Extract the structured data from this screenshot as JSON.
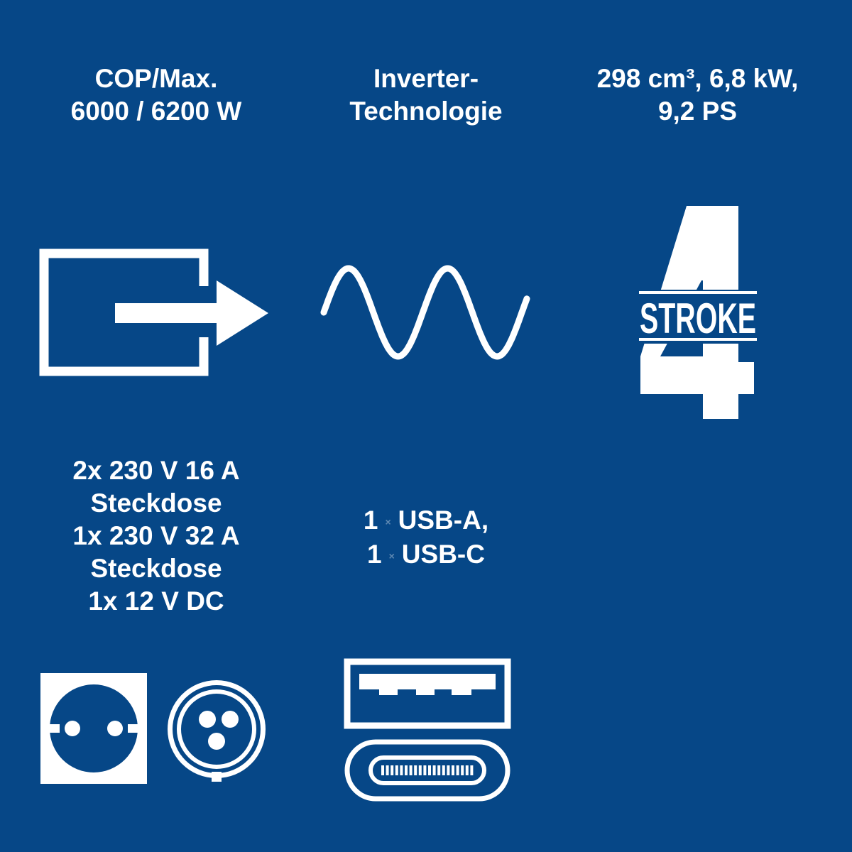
{
  "colors": {
    "background": "#064787",
    "foreground": "#ffffff"
  },
  "features": {
    "power": {
      "lines": [
        "COP/Max.",
        "6000 / 6200 W"
      ],
      "icon": "power-output-icon"
    },
    "inverter": {
      "lines": [
        "Inverter-",
        "Technologie"
      ],
      "icon": "sine-wave-icon"
    },
    "engine": {
      "lines": [
        "298 cm³, 6,8 kW,",
        "9,2 PS"
      ],
      "icon": "four-stroke-icon",
      "badge_number": "4",
      "badge_text": "STROKE"
    },
    "sockets": {
      "lines": [
        "2x 230 V 16 A",
        "Steckdose",
        "1x 230 V 32 A",
        "Steckdose",
        "1x 12 V DC"
      ],
      "icons": [
        "schuko-socket-icon",
        "cee-socket-icon"
      ]
    },
    "usb": {
      "rows": [
        {
          "count": "1",
          "sep": "×",
          "type": "USB-A,"
        },
        {
          "count": "1",
          "sep": "×",
          "type": "USB-C"
        }
      ],
      "icons": [
        "usb-a-port-icon",
        "usb-c-port-icon"
      ]
    }
  }
}
